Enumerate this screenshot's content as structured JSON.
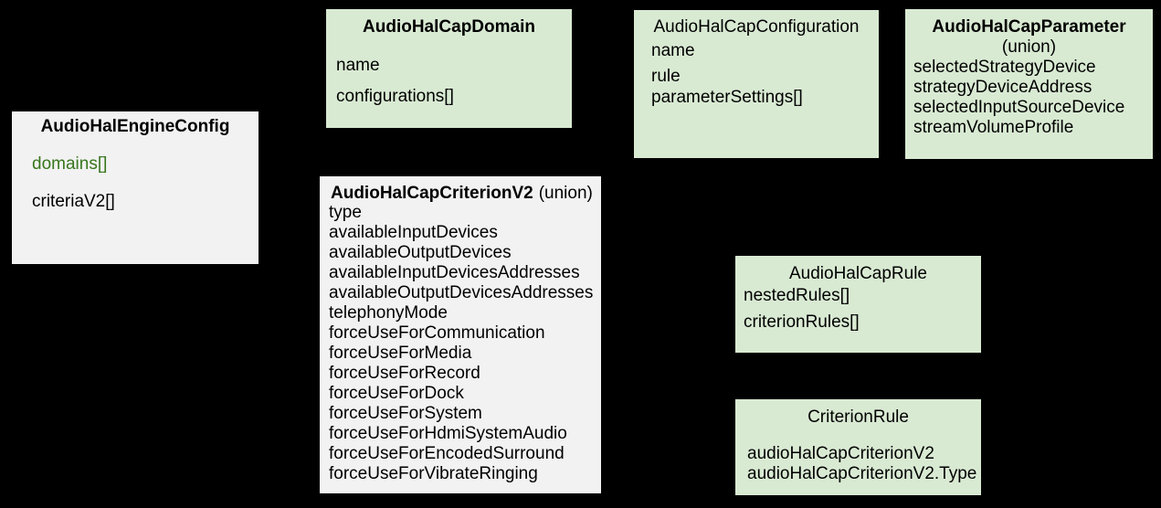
{
  "diagram": {
    "background_color": "#000000",
    "connector_color": "#000000",
    "colors": {
      "green_box": "#d9ead3",
      "gray_box": "#f2f2f2",
      "accent_green_text": "#38761d",
      "text": "#000000"
    }
  },
  "boxes": {
    "engine_config": {
      "title": "AudioHalEngineConfig",
      "fields": {
        "domains": "domains[]",
        "criteria_v2": "criteriaV2[]"
      }
    },
    "cap_domain": {
      "title": "AudioHalCapDomain",
      "fields": {
        "name": "name",
        "configurations": "configurations[]"
      }
    },
    "cap_configuration": {
      "title": "AudioHalCapConfiguration",
      "fields": {
        "name": "name",
        "rule": "rule",
        "parameter_settings": "parameterSettings[]"
      }
    },
    "cap_parameter": {
      "title": "AudioHalCapParameter",
      "subtitle": "(union)",
      "fields": [
        "selectedStrategyDevice",
        "strategyDeviceAddress",
        "selectedInputSourceDevice",
        "streamVolumeProfile"
      ]
    },
    "criterion_v2": {
      "title": "AudioHalCapCriterionV2",
      "subtitle": "(union)",
      "fields": [
        "type",
        "availableInputDevices",
        "availableOutputDevices",
        "availableInputDevicesAddresses",
        "availableOutputDevicesAddresses",
        "telephonyMode",
        "forceUseForCommunication",
        "forceUseForMedia",
        "forceUseForRecord",
        "forceUseForDock",
        "forceUseForSystem",
        "forceUseForHdmiSystemAudio",
        "forceUseForEncodedSurround",
        "forceUseForVibrateRinging"
      ]
    },
    "cap_rule": {
      "title": "AudioHalCapRule",
      "fields": {
        "nested_rules": "nestedRules[]",
        "criterion_rules": "criterionRules[]"
      }
    },
    "criterion_rule": {
      "title": "CriterionRule",
      "fields": [
        "audioHalCapCriterionV2",
        "audioHalCapCriterionV2.Type"
      ]
    }
  }
}
